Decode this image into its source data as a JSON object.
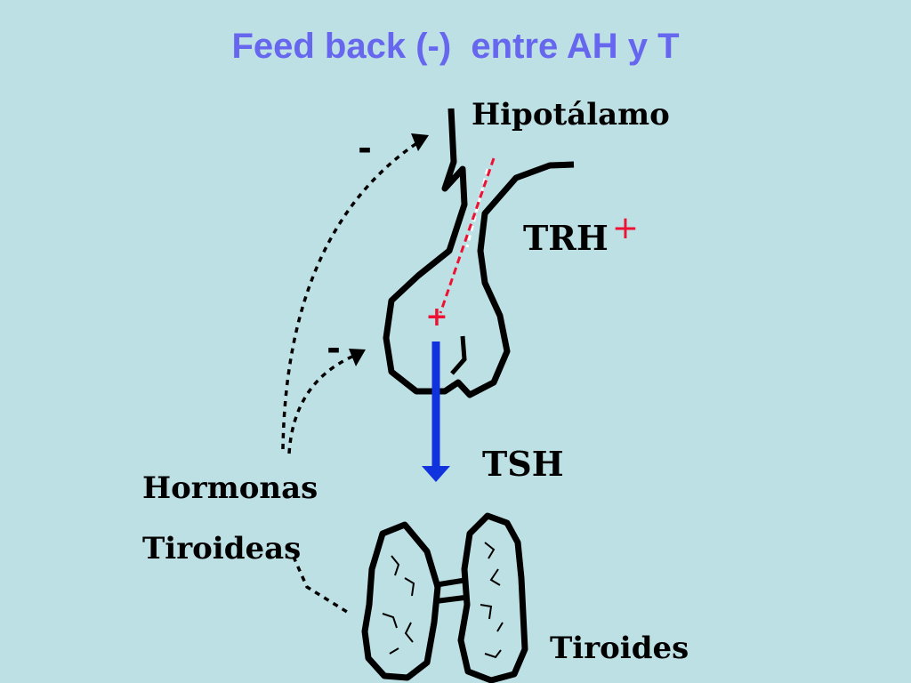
{
  "title": "Feed back (-)  entre AH y T",
  "labels": {
    "hipotalamo": "Hipotálamo",
    "trh": "TRH",
    "tsh": "TSH",
    "hormonas": "Hormonas",
    "tiroideas": "Tiroideas",
    "tiroides": "Tiroides"
  },
  "signs": {
    "plus_trh": "+",
    "plus_hypophysis": "+",
    "minus_upper": "-",
    "minus_lower": "-"
  },
  "colors": {
    "title": "#6666ee",
    "background": "#bde0e4",
    "stimulus": "#ee1133",
    "tsh_arrow": "#1133dd",
    "ink": "#000000"
  }
}
